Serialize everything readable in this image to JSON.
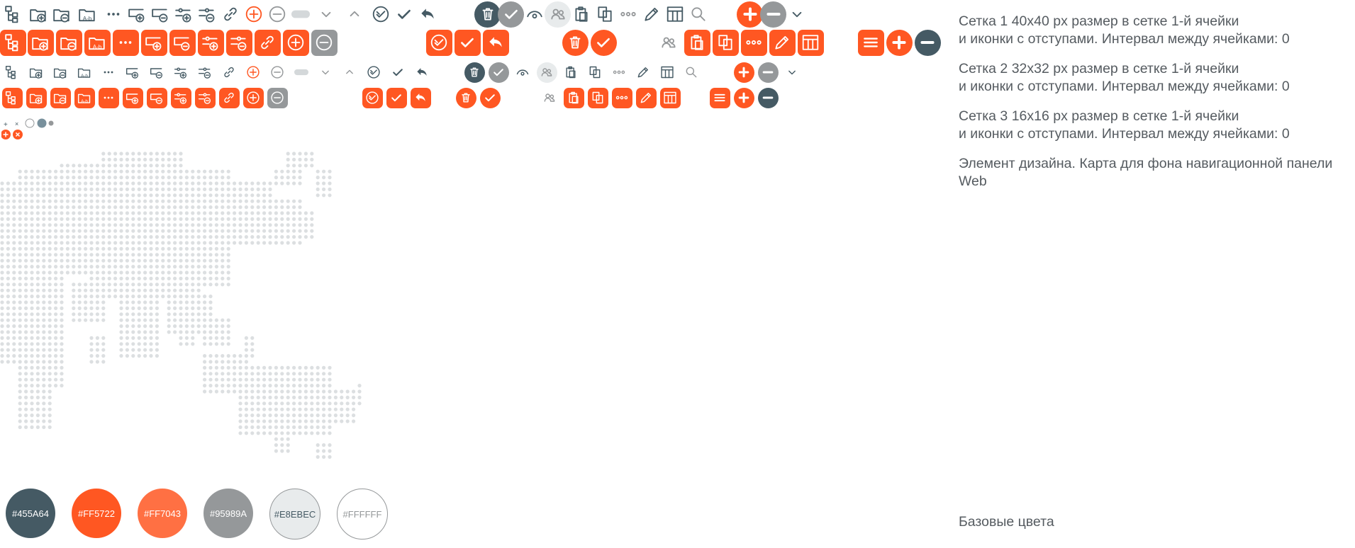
{
  "notes": {
    "grid1_line1": "Сетка 1 40x40 px размер в сетке 1-й ячейки",
    "grid1_line2": "и иконки с отступами. Интервал между ячейками: 0",
    "grid2_line1": "Сетка 2 32x32 px размер в сетке 1-й ячейки",
    "grid2_line2": "и иконки с отступами. Интервал между ячейками: 0",
    "grid3_line1": "Сетка 3 16x16 px размер в сетке 1-й ячейки",
    "grid3_line2": "и иконки с отступами. Интервал между ячейками: 0",
    "map_line1": "Элемент дизайна. Карта для фона навигационной панели",
    "map_line2": "Web",
    "base_colors": "Базовые цвета"
  },
  "icon_text": {
    "ab": "A-b"
  },
  "colors": {
    "dark": "#455A64",
    "orange": "#FF5722",
    "orange_light": "#FF7043",
    "gray": "#95989A",
    "light": "#E8EBEC",
    "white": "#FFFFFF"
  },
  "swatches": [
    {
      "label": "#455A64",
      "color": "#455A64"
    },
    {
      "label": "#FF5722",
      "color": "#FF5722"
    },
    {
      "label": "#FF7043",
      "color": "#FF7043"
    },
    {
      "label": "#95989A",
      "color": "#95989A"
    },
    {
      "label": "#E8EBEC",
      "color": "#E8EBEC"
    },
    {
      "label": "#FFFFFF",
      "color": "#FFFFFF"
    }
  ]
}
